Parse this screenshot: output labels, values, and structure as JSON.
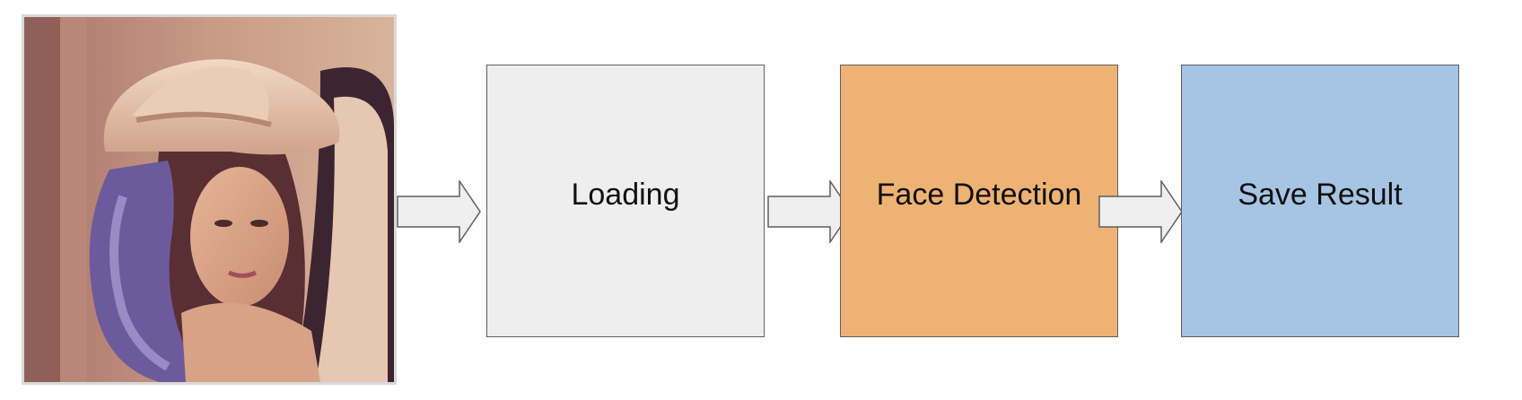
{
  "photo": {
    "description_icon": "portrait-photo"
  },
  "stages": [
    {
      "label": "Loading",
      "color": "#eeeeee"
    },
    {
      "label": "Face Detection",
      "color": "#eeb274"
    },
    {
      "label": "Save Result",
      "color": "#a6c4e4"
    }
  ],
  "arrow_color": "#efefef",
  "arrow_stroke": "#5f5f5f"
}
